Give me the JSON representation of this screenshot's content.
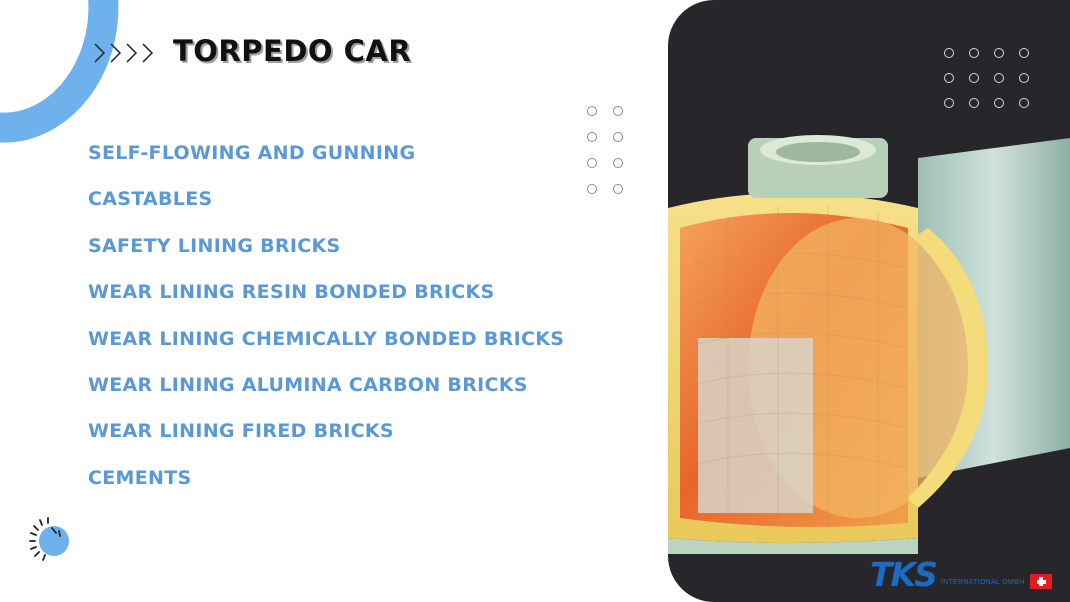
{
  "slide": {
    "title": "TORPEDO CAR",
    "items": [
      "SELF-FLOWING AND GUNNING",
      "CASTABLES",
      "SAFETY LINING BRICKS",
      "WEAR LINING RESIN BONDED BRICKS",
      "WEAR LINING CHEMICALLY BONDED BRICKS",
      "WEAR LINING ALUMINA CARBON BRICKS",
      "WEAR LINING FIRED BRICKS",
      "CEMENTS"
    ]
  },
  "logo": {
    "mark": "TKS",
    "subtitle": "INTERNATIONAL GMBH",
    "flag_icon": "swiss-flag-icon"
  },
  "icons": {
    "title_chevrons": "chevron-right-icon",
    "decor_sun": "sunburst-icon"
  },
  "colors": {
    "accent_blue": "#6fb1ec",
    "item_text": "#5b98d6",
    "panel_bg": "#26262b",
    "logo_blue": "#1e6bc4"
  }
}
